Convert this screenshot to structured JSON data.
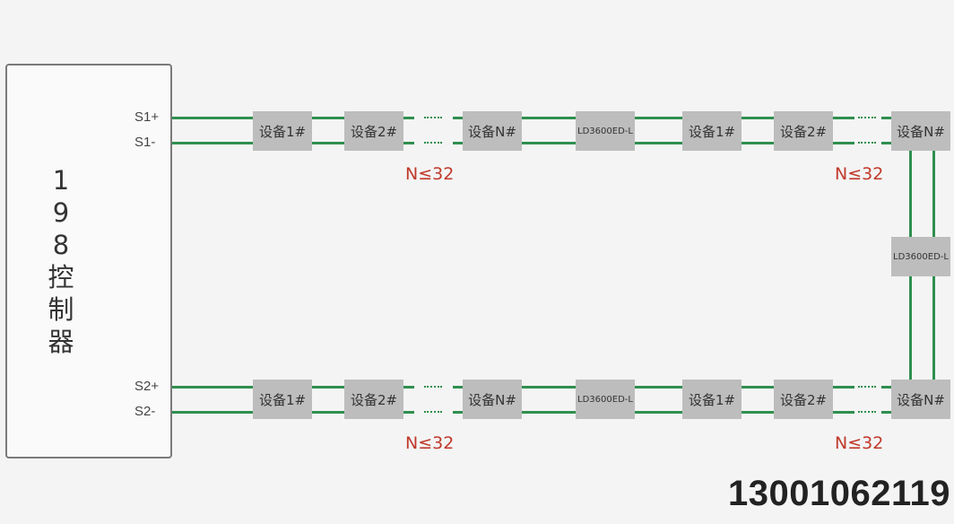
{
  "controller": {
    "title_chars": [
      "1",
      "9",
      "8",
      "控",
      "制",
      "器"
    ],
    "ports": {
      "s1_plus": "S1+",
      "s1_minus": "S1-",
      "s2_plus": "S2+",
      "s2_minus": "S2-"
    }
  },
  "devices": {
    "dev1": "设备1#",
    "dev2": "设备2#",
    "devN": "设备N#",
    "repeater": "LD3600ED-L"
  },
  "limits": {
    "top_left": "N≤32",
    "top_right": "N≤32",
    "bottom_left": "N≤32",
    "bottom_right": "N≤32"
  },
  "phone": "13001062119"
}
